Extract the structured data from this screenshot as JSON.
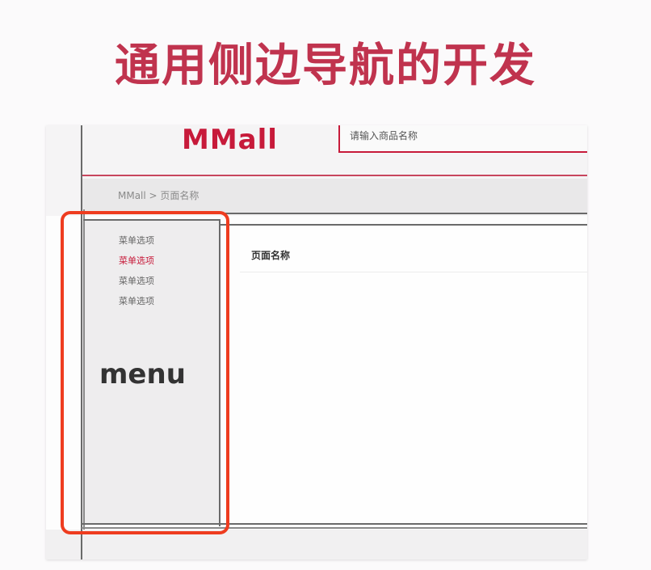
{
  "slide": {
    "title": "通用侧边导航的开发"
  },
  "header": {
    "logo": "MMall",
    "search_placeholder": "请输入商品名称"
  },
  "breadcrumb": "MMall > 页面名称",
  "sidebar": {
    "items": [
      {
        "label": "菜单选项",
        "active": false
      },
      {
        "label": "菜单选项",
        "active": true
      },
      {
        "label": "菜单选项",
        "active": false
      },
      {
        "label": "菜单选项",
        "active": false
      }
    ],
    "annotation": "menu"
  },
  "content": {
    "page_title": "页面名称"
  },
  "colors": {
    "title": "#c0334e",
    "brand": "#c71a3a",
    "highlight": "#ee3c1f"
  }
}
